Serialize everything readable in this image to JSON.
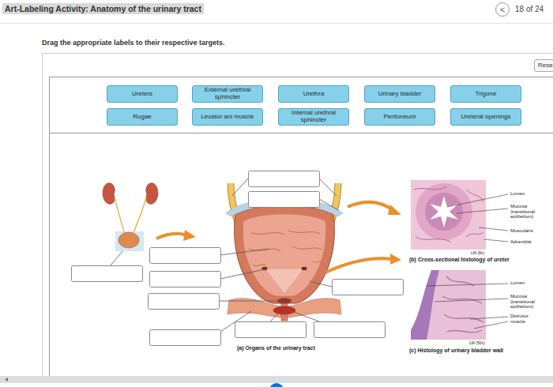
{
  "diagram": {
    "title": "Art-Labeling Activity: Anatomy of the urinary tract",
    "nodes": [
      {
        "text": [
          "<"
        ]
      },
      {
        "text": [
          "Rese"
        ]
      },
      {
        "text": [
          "Ureters"
        ]
      },
      {
        "text": [
          "External urethral sphincter"
        ]
      },
      {
        "text": [
          "Urethra"
        ]
      },
      {
        "text": [
          "Urinary bladder"
        ]
      },
      {
        "text": [
          "Trigone"
        ]
      },
      {
        "text": [
          "Rugae"
        ]
      },
      {
        "text": [
          "Levator ani muscle"
        ]
      },
      {
        "text": [
          "Internal urethral sphincter"
        ]
      },
      {
        "text": [
          "Peritoneum"
        ]
      },
      {
        "text": [
          "Ureteral openings"
        ]
      }
    ],
    "labels": [
      "18 of 24",
      "Drag the appropriate labels to their respective targets.",
      "Lumen",
      "Mucosa (transitional epithelium)",
      "Muscularis",
      "Adventitia",
      "LM (8x)",
      "(b) Cross-sectional histology of ureter",
      "Lumen",
      "Mucosa (transitional epithelium)",
      "Detrusor muscle",
      "LM (50x)",
      "(c) Histology of urinary bladder wall",
      "(a) Organs of the urinary tract"
    ]
  }
}
